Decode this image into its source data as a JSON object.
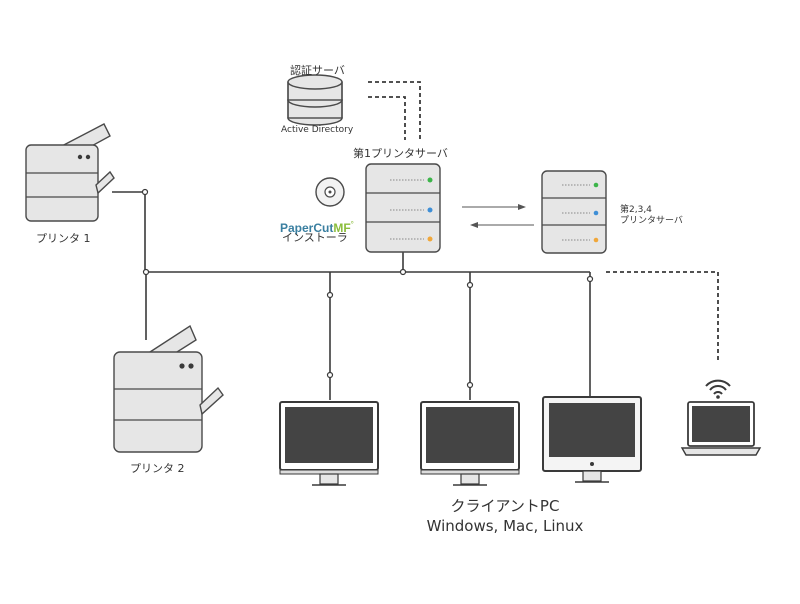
{
  "auth_server": {
    "label": "認証サーバ",
    "caption": "Active Directory"
  },
  "primary_server": {
    "label": "第1プリンタサーバ"
  },
  "secondary_servers": {
    "label_line1": "第2,3,4",
    "label_line2": "プリンタサーバ"
  },
  "installer": {
    "brand_part1": "PaperCut",
    "brand_part2": "MF",
    "brand_mark": "°",
    "label": "インストーラ"
  },
  "printers": [
    {
      "label": "プリンタ 1"
    },
    {
      "label": "プリンタ 2"
    }
  ],
  "clients": {
    "label_line1": "クライアントPC",
    "label_line2": "Windows, Mac, Linux"
  },
  "colors": {
    "line": "#3a3a3a",
    "device_fill": "#e6e6e6",
    "device_stroke": "#4a4a4a",
    "screen": "#444444",
    "led_green": "#3db54a",
    "led_blue": "#3f8fd6",
    "led_orange": "#f0a73a"
  },
  "icons": {
    "auth_server": "database-server-icon",
    "installer": "disc-icon",
    "wifi": "wifi-icon"
  }
}
